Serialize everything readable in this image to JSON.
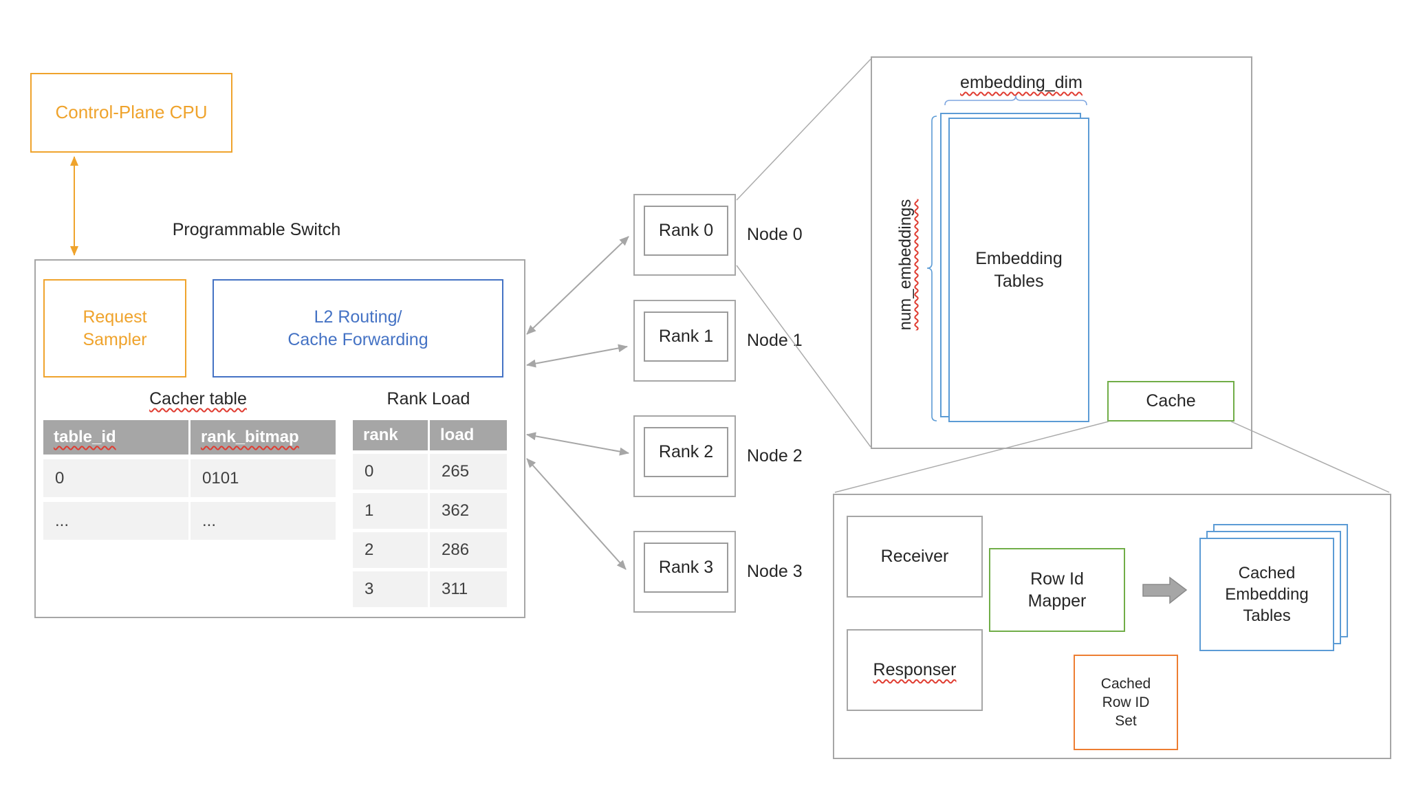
{
  "colors": {
    "orange": "#EFA32C",
    "blue": "#4472C4",
    "light_blue": "#5B9BD5",
    "green": "#70AD47",
    "deep_orange": "#ED7D31",
    "gray": "#A6A6A6",
    "squiggle_red": "#E03C31"
  },
  "cpu": {
    "label": "Control-Plane CPU"
  },
  "switch": {
    "title": "Programmable Switch",
    "request_sampler_label": "Request Sampler",
    "l2_routing_lines": [
      "L2 Routing/",
      "Cache Forwarding"
    ],
    "cacher_table": {
      "title": "Cacher table",
      "headers": [
        "table_id",
        "rank_bitmap"
      ],
      "rows": [
        [
          "0",
          "0101"
        ],
        [
          "...",
          "..."
        ]
      ]
    },
    "rank_load_table": {
      "title": "Rank Load",
      "headers": [
        "rank",
        "load"
      ],
      "rows": [
        [
          "0",
          "265"
        ],
        [
          "1",
          "362"
        ],
        [
          "2",
          "286"
        ],
        [
          "3",
          "311"
        ]
      ]
    }
  },
  "ranks": [
    {
      "rank_label": "Rank 0",
      "node_label": "Node 0"
    },
    {
      "rank_label": "Rank 1",
      "node_label": "Node 1"
    },
    {
      "rank_label": "Rank 2",
      "node_label": "Node 2"
    },
    {
      "rank_label": "Rank 3",
      "node_label": "Node 3"
    }
  ],
  "embedding_panel": {
    "embedding_dim_label": "embedding_dim",
    "num_embeddings_label": "num_embeddings",
    "embedding_tables_label": "Embedding Tables",
    "cache_label": "Cache"
  },
  "cache_detail_panel": {
    "receiver_label": "Receiver",
    "responser_label": "Responser",
    "row_id_mapper_label": "Row Id Mapper",
    "cached_embedding_tables_label": "Cached Embedding Tables",
    "cached_row_id_set_label": "Cached Row ID Set"
  }
}
